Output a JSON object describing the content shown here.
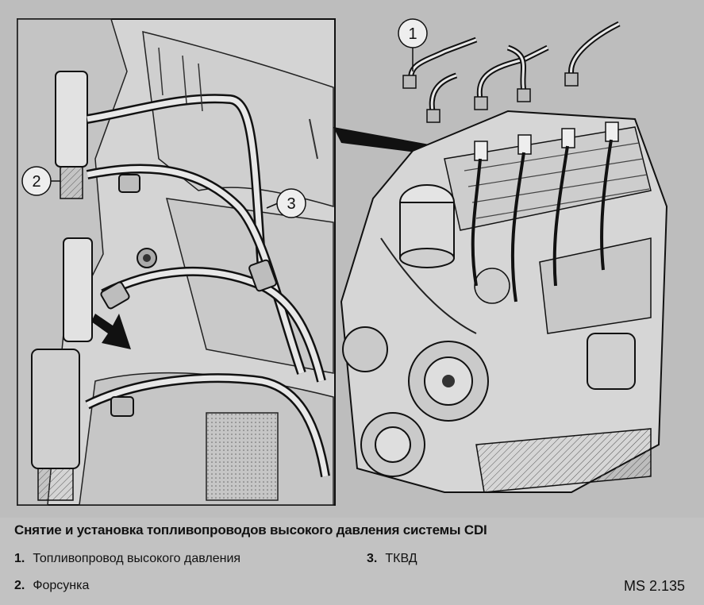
{
  "caption": {
    "title": "Снятие и установка топливопроводов высокого давления системы CDI",
    "legend": [
      {
        "num": "1.",
        "text": "Топливопровод высокого давления"
      },
      {
        "num": "2.",
        "text": "Форсунка"
      },
      {
        "num": "3.",
        "text": "ТКВД"
      }
    ],
    "figure_code": "MS 2.135"
  },
  "callouts": {
    "one": "1",
    "two": "2",
    "three": "3"
  },
  "colors": {
    "ink": "#111111",
    "paper": "#bdbdbd",
    "panel": "#d8d8d8"
  }
}
